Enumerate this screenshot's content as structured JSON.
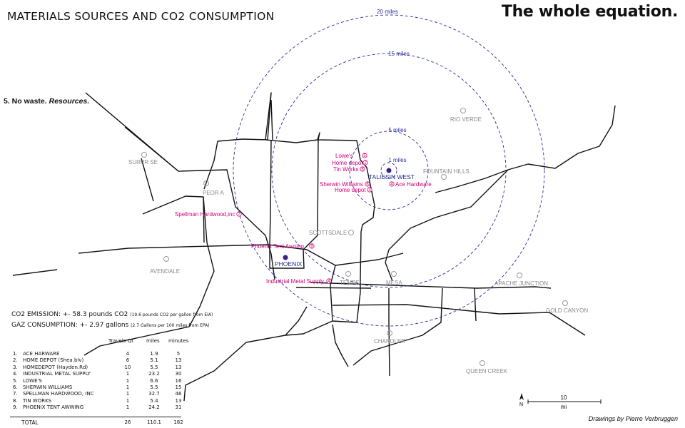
{
  "header": {
    "title": "MATERIALS SOURCES AND CO2 CONSUMPTION",
    "headline": "The whole equation."
  },
  "section": {
    "bold": "5. No waste.",
    "italic": "Resources."
  },
  "emission": {
    "co2_main": "CO2 EMISSION: +- 58.3 pounds CO2",
    "co2_note": "(19.6 pounds CO2 per gallon from EIA)",
    "gaz_main": "GAZ CONSUMPTION: +- 2.97 gallons",
    "gaz_note": "(2.7 Gallons per 100 miles from EPA)"
  },
  "table": {
    "headers": {
      "travels": "Travels Qt",
      "miles": "miles",
      "minutes": "minutes"
    },
    "rows": [
      {
        "n": "1.",
        "name": "ACE HARWARE",
        "travels": "4",
        "miles": "1.9",
        "minutes": "5"
      },
      {
        "n": "2.",
        "name": "HOME DEPOT (Shea.blv)",
        "travels": "6",
        "miles": "5.1",
        "minutes": "13"
      },
      {
        "n": "3.",
        "name": "HOMEDEPOT (Hayden.Rd)",
        "travels": "10",
        "miles": "5.5",
        "minutes": "13"
      },
      {
        "n": "4.",
        "name": "INDUSTRIAL METAL SUPPLY",
        "travels": "1",
        "miles": "23.2",
        "minutes": "30"
      },
      {
        "n": "5.",
        "name": "LOWE'S",
        "travels": "1",
        "miles": "6.6",
        "minutes": "16"
      },
      {
        "n": "6.",
        "name": "SHERWIN WILLIAMS",
        "travels": "1",
        "miles": "5.5",
        "minutes": "15"
      },
      {
        "n": "7.",
        "name": "SPELLMAN HARDWOOD, INC",
        "travels": "1",
        "miles": "32.7",
        "minutes": "46"
      },
      {
        "n": "8.",
        "name": "TIN WORKS",
        "travels": "1",
        "miles": "5.4",
        "minutes": "13"
      },
      {
        "n": "9.",
        "name": "PHOENIX TENT AWWING",
        "travels": "1",
        "miles": "24.2",
        "minutes": "31"
      }
    ],
    "total": {
      "name": "TOTAL",
      "travels": "26",
      "miles": "110.1",
      "minutes": "182"
    }
  },
  "map": {
    "colors": {
      "ring": "#2a2f9a",
      "store": "#d0007a",
      "town": "#8a8a8a",
      "road": "#111111",
      "place_dot": "#3b1f8c"
    },
    "rings": [
      "20 miles",
      "15 miles",
      "5 miles",
      "1 miles"
    ],
    "towns": [
      "RIO VERDE",
      "SURPR SE",
      "FOUNTAIN HILLS",
      "PEOR A",
      "SCOTTSDALE",
      "AVENDALE",
      "TEMPE",
      "MESA",
      "APACHE JUNCTION",
      "GOLD CANYON",
      "CHANDLER",
      "QUEEN CREEK"
    ],
    "places": [
      "TALIESIN WEST",
      "PHOENIX"
    ],
    "stores": [
      "Lowe's",
      "Home depot",
      "Tin Works",
      "Sherwin Williams",
      "Home depot",
      "Ace Hardware",
      "Spellman Hardwood,inc",
      "Phoenix Tent Awning",
      "Industrial Metal Supply"
    ],
    "store_numbers": [
      "5",
      "2",
      "8",
      "6",
      "3",
      "4",
      "7",
      "9",
      "4"
    ],
    "scale": {
      "value": "10",
      "unit": "mi"
    },
    "north": "N"
  },
  "credit": "Drawings by Pierre Verbruggen"
}
